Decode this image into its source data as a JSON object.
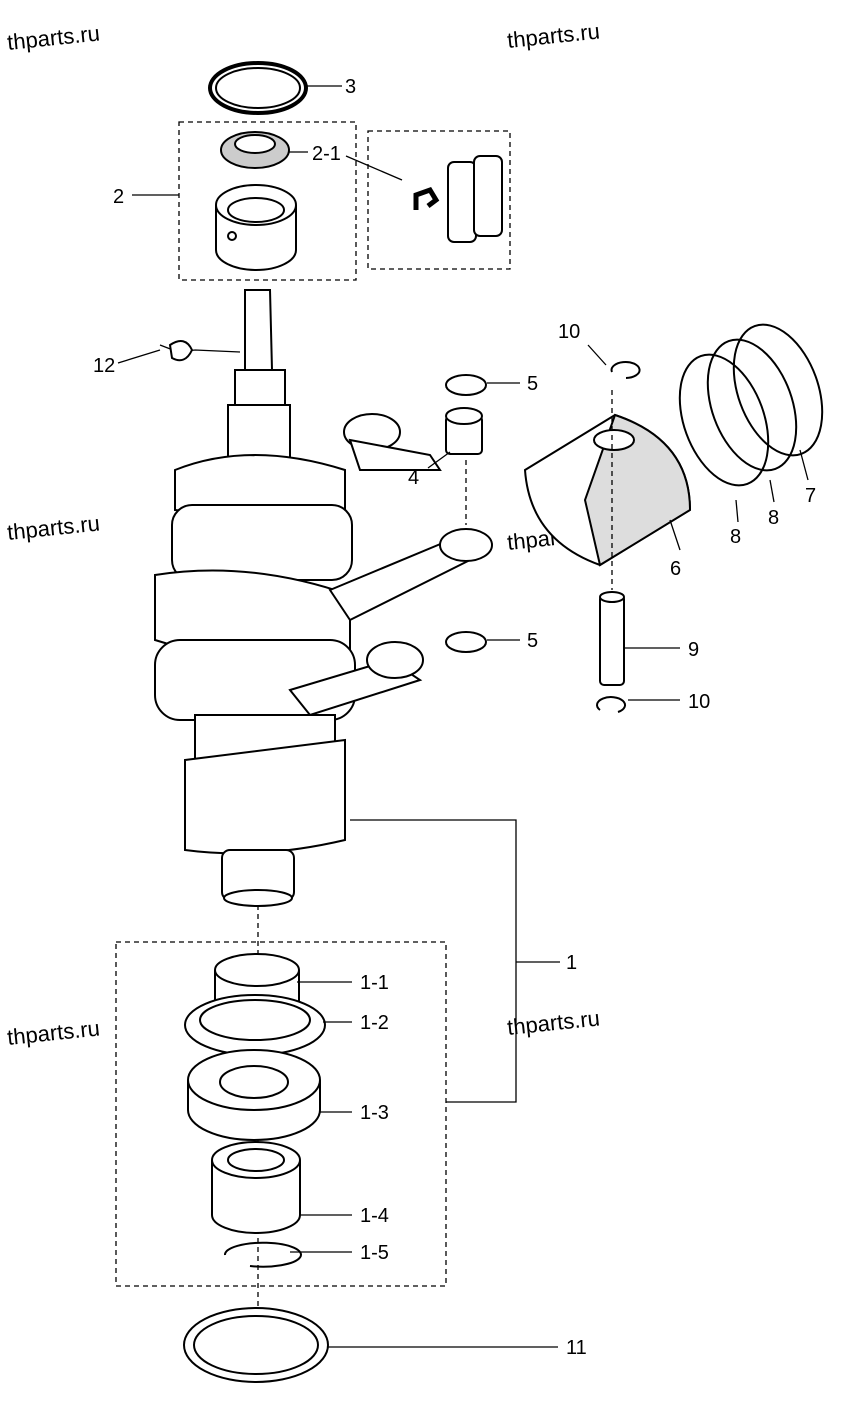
{
  "diagram": {
    "title": "Crankshaft and piston exploded parts diagram",
    "watermark": "thparts.ru",
    "callouts": [
      {
        "id": "3",
        "label": "3"
      },
      {
        "id": "2-1",
        "label": "2-1"
      },
      {
        "id": "2",
        "label": "2"
      },
      {
        "id": "12",
        "label": "12"
      },
      {
        "id": "10a",
        "label": "10"
      },
      {
        "id": "5a",
        "label": "5"
      },
      {
        "id": "4",
        "label": "4"
      },
      {
        "id": "6",
        "label": "6"
      },
      {
        "id": "8a",
        "label": "8"
      },
      {
        "id": "8b",
        "label": "8"
      },
      {
        "id": "7",
        "label": "7"
      },
      {
        "id": "5b",
        "label": "5"
      },
      {
        "id": "9",
        "label": "9"
      },
      {
        "id": "10b",
        "label": "10"
      },
      {
        "id": "1",
        "label": "1"
      },
      {
        "id": "1-1",
        "label": "1-1"
      },
      {
        "id": "1-2",
        "label": "1-2"
      },
      {
        "id": "1-3",
        "label": "1-3"
      },
      {
        "id": "1-4",
        "label": "1-4"
      },
      {
        "id": "1-5",
        "label": "1-5"
      },
      {
        "id": "11",
        "label": "11"
      }
    ]
  }
}
